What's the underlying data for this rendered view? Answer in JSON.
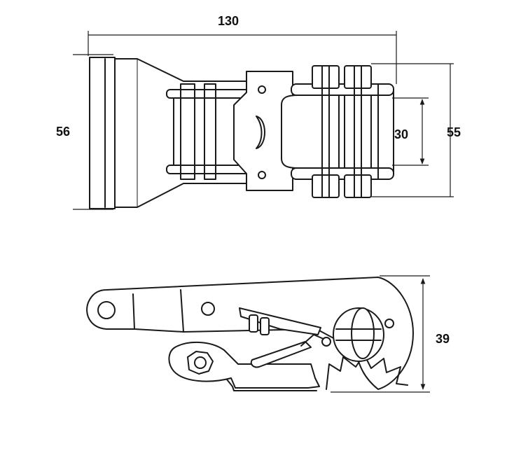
{
  "dimensions": {
    "overall_length": "130",
    "frame_width": "56",
    "strap_width": "30",
    "spool_width": "55",
    "height": "39"
  },
  "colors": {
    "line": "#1a1a1a",
    "background": "#ffffff"
  }
}
